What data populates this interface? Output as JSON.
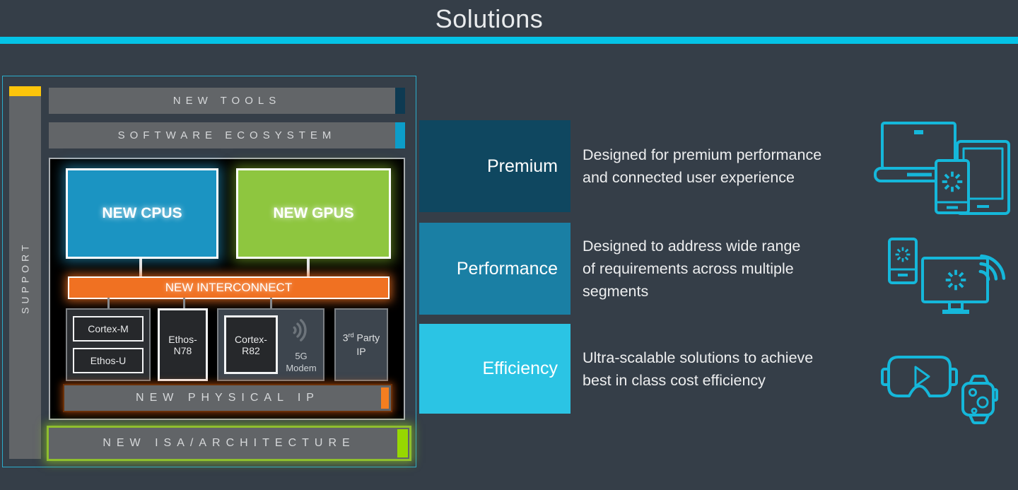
{
  "slide": {
    "title": "Solutions"
  },
  "accent_colors": {
    "divider_cyan": "#04c3e6",
    "tools_accent_navy": "#0e3a52",
    "ecosystem_accent_blue": "#0c9dc9",
    "support_cap_yellow": "#fdc50b",
    "physical_accent_orange": "#f57e20",
    "isa_accent_green": "#97d700",
    "cpu_blue": "#1b94c2",
    "gpu_green": "#8ec63f",
    "interconnect_orange": "#f07122",
    "icon_cyan": "#15b7da"
  },
  "diagram": {
    "support": "SUPPORT",
    "new_tools": "NEW TOOLS",
    "software_ecosystem": "SOFTWARE ECOSYSTEM",
    "new_cpus": "NEW CPUS",
    "new_gpus": "NEW GPUS",
    "new_interconnect": "NEW INTERCONNECT",
    "cortex_m": "Cortex-M",
    "ethos_u": "Ethos-U",
    "ethos_n78": "Ethos-N78",
    "cortex_r82": "Cortex-R82",
    "modem": "5G Modem",
    "third_party_num": "3",
    "third_party_ord": "rd",
    "third_party_rest": " Party IP",
    "new_physical_ip": "NEW PHYSICAL IP",
    "new_isa": "NEW ISA/ARCHITECTURE"
  },
  "solutions": [
    {
      "label": "Premium",
      "color": "#0f4760",
      "lines": [
        "Designed for premium performance",
        "and connected user experience"
      ],
      "icons": [
        "laptop",
        "tablet",
        "smartphone"
      ]
    },
    {
      "label": "Performance",
      "color": "#1a7fa4",
      "lines": [
        "Designed to address wide range",
        "of requirements across multiple",
        "segments"
      ],
      "icons": [
        "smartphone",
        "smart-tv",
        "wifi-signal"
      ]
    },
    {
      "label": "Efficiency",
      "color": "#2bc4e4",
      "lines": [
        "Ultra-scalable solutions to achieve",
        "best in class cost efficiency"
      ],
      "icons": [
        "vr-headset",
        "smartwatch"
      ]
    }
  ]
}
